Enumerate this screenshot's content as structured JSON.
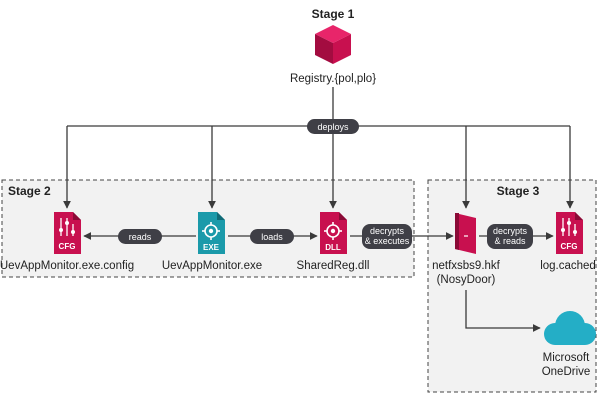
{
  "stages": {
    "stage1": "Stage 1",
    "stage2": "Stage 2",
    "stage3": "Stage 3"
  },
  "nodes": {
    "registry": "Registry.{pol,plo}",
    "config": "UevAppMonitor.exe.config",
    "config_badge": "CFG",
    "exe": "UevAppMonitor.exe",
    "exe_badge": "EXE",
    "dll": "SharedReg.dll",
    "dll_badge": "DLL",
    "hkf_line1": "netfxsbs9.hkf",
    "hkf_line2": "(NosyDoor)",
    "log": "log.cached",
    "log_badge": "CFG",
    "onedrive_line1": "Microsoft",
    "onedrive_line2": "OneDrive"
  },
  "edges": {
    "deploys": "deploys",
    "reads": "reads",
    "loads": "loads",
    "decrypts_executes_1": "decrypts",
    "decrypts_executes_2": "& executes",
    "decrypts_reads_1": "decrypts",
    "decrypts_reads_2": "& reads"
  },
  "colors": {
    "accent": "#c8104f",
    "exe": "#1b9aaa",
    "cloud": "#24aec6",
    "pill": "#3f3f46",
    "stage_fill": "#f2f2f2"
  }
}
